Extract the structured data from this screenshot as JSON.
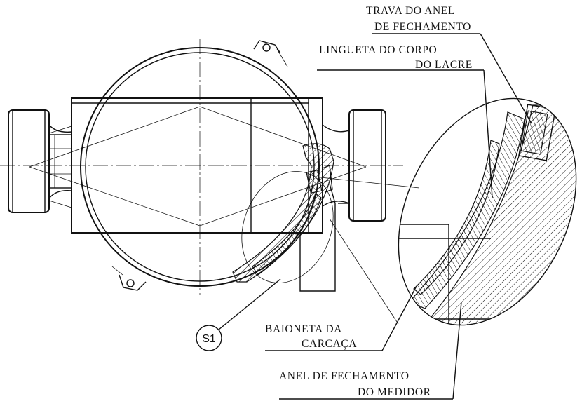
{
  "labels": {
    "trava_line1": "TRAVA DO ANEL",
    "trava_line2": "DE FECHAMENTO",
    "lingueta_line1": "LINGUETA DO CORPO",
    "lingueta_line2": "DO LACRE",
    "baioneta_line1": "BAIONETA DA",
    "baioneta_line2": "CARCAÇA",
    "anel_line1": "ANEL DE FECHAMENTO",
    "anel_line2": "DO MEDIDOR",
    "section_bubble": "S1"
  }
}
